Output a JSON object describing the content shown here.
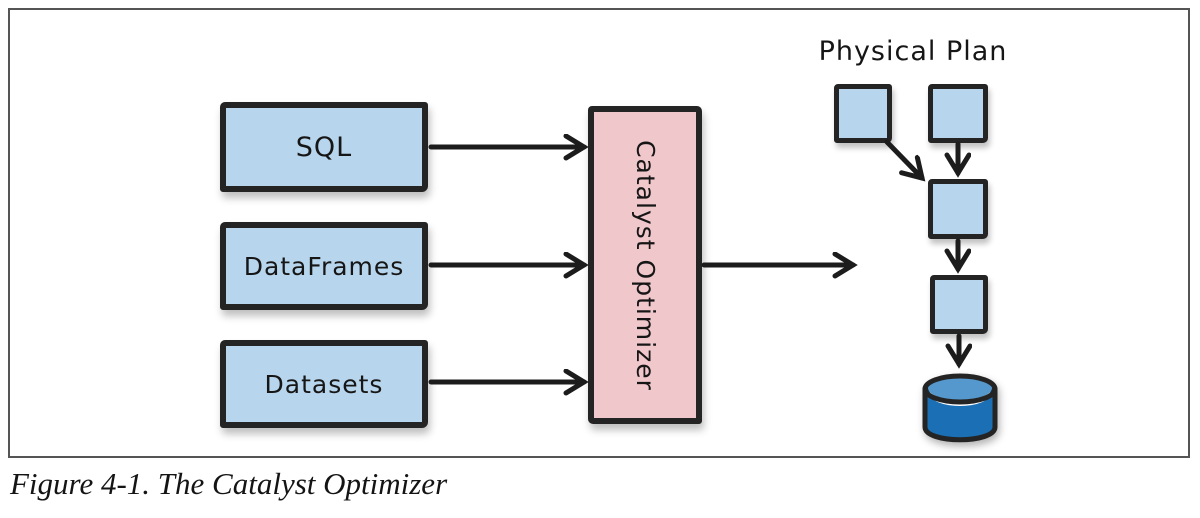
{
  "caption": "Figure 4-1. The Catalyst Optimizer",
  "diagram": {
    "inputs": [
      {
        "label": "SQL"
      },
      {
        "label": "DataFrames"
      },
      {
        "label": "Datasets"
      }
    ],
    "optimizer": {
      "label": "Catalyst Optimizer"
    },
    "physical_plan": {
      "label": "Physical Plan",
      "node_count": 4,
      "sink_icon": "database-cylinder"
    }
  },
  "colors": {
    "node_blue": "#b7d5ec",
    "optimizer_pink": "#f0c7cb",
    "outline": "#242424",
    "arrow": "#1c1c1c",
    "cylinder_top": "#5598cd",
    "cylinder_body": "#1b6fb5",
    "frame_border": "#555555",
    "background": "#ffffff"
  }
}
